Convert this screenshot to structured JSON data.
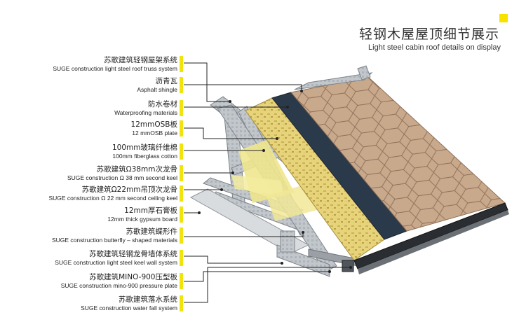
{
  "header": {
    "title_cn": "轻钢木屋屋顶细节展示",
    "title_en": "Light steel cabin roof details on display",
    "accent_color": "#f7e200"
  },
  "colors": {
    "shingle": "#c9a98c",
    "shingle_line": "#8f7058",
    "membrane": "#2b3a4a",
    "osb": "#e7d37a",
    "fiberglass": "#f1ea96",
    "steel": "#b9bec4",
    "leader": "#222222",
    "marker": "#f1e30c"
  },
  "labels": [
    {
      "cn": "苏歌建筑轻钢屋架系统",
      "en": "SUGE construction light steel roof truss system"
    },
    {
      "cn": "沥青瓦",
      "en": "Asphalt shingle"
    },
    {
      "cn": "防水卷材",
      "en": "Waterproofing materials"
    },
    {
      "cn": "12mmOSB板",
      "en": "12 mmOSB plate"
    },
    {
      "cn": "100mm玻璃纤维棉",
      "en": "100mm fiberglass cotton"
    },
    {
      "cn": "苏歌建筑Ω38mm次龙骨",
      "en": "SUGE construction Ω 38 mm second keel"
    },
    {
      "cn": "苏歌建筑Ω22mm吊顶次龙骨",
      "en": "SUGE construction Ω 22 mm second ceiling keel"
    },
    {
      "cn": "12mm厚石膏板",
      "en": "12mm thick gypsum board"
    },
    {
      "cn": "苏歌建筑蝶形件",
      "en": "SUGE construction butterfly – shaped materials"
    },
    {
      "cn": "苏歌建筑轻钢龙骨墙体系统",
      "en": "SUGE construction light steel keel wall system"
    },
    {
      "cn": "苏歌建筑MINO-900压型板",
      "en": "SUGE construction mino-900 pressure plate"
    },
    {
      "cn": "苏歌建筑落水系统",
      "en": "SUGE construction water fall system"
    }
  ]
}
